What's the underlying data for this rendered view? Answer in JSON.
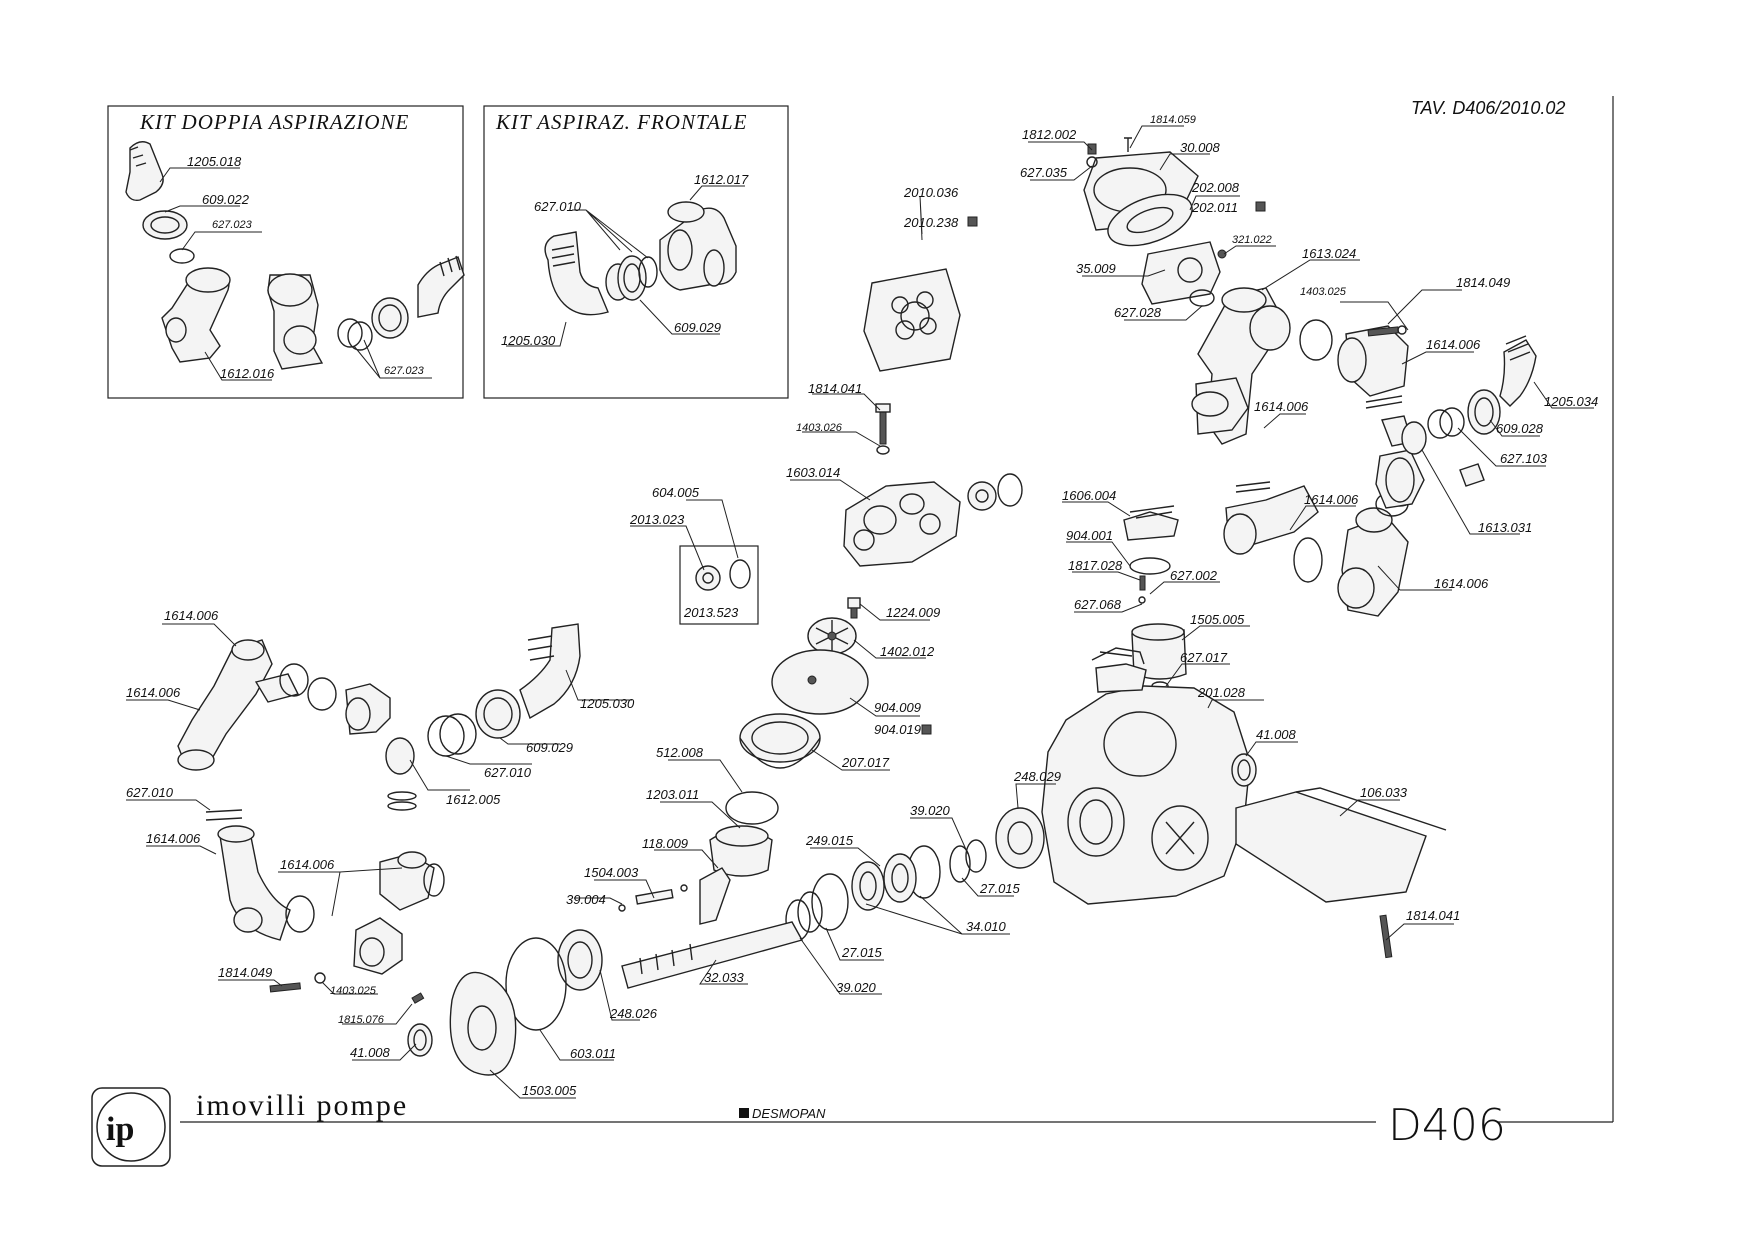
{
  "sheet": {
    "table_ref": "TAV. D406/2010.02",
    "brand": "imovilli pompe",
    "logo_text": "ip",
    "model": "D406",
    "legend": "DESMOPAN"
  },
  "kits": [
    {
      "title": "KIT DOPPIA ASPIRAZIONE"
    },
    {
      "title": "KIT ASPIRAZ. FRONTALE"
    }
  ],
  "part_labels": [
    "1205.018",
    "609.022",
    "627.023",
    "1612.016",
    "627.023",
    "627.010",
    "1612.017",
    "609.029",
    "1205.030",
    "1812.002",
    "1814.059",
    "627.035",
    "30.008",
    "202.008",
    "202.011",
    "2010.036",
    "2010.238",
    "35.009",
    "321.022",
    "627.028",
    "1613.024",
    "1403.025",
    "1814.049",
    "1614.006",
    "1205.034",
    "609.028",
    "627.103",
    "1614.006",
    "1613.031",
    "1614.006",
    "1614.006",
    "1814.041",
    "1403.026",
    "1603.014",
    "604.005",
    "2013.023",
    "2013.523",
    "1606.004",
    "904.001",
    "1817.028",
    "627.002",
    "627.068",
    "1505.005",
    "627.017",
    "1224.009",
    "1402.012",
    "904.009",
    "904.019",
    "207.017",
    "201.028",
    "41.008",
    "106.033",
    "248.029",
    "39.020",
    "27.015",
    "249.015",
    "34.010",
    "27.015",
    "39.020",
    "512.008",
    "1203.011",
    "118.009",
    "1504.003",
    "39.004",
    "32.033",
    "248.026",
    "603.011",
    "1503.005",
    "41.008",
    "1815.076",
    "1403.025",
    "1814.049",
    "1614.006",
    "1614.006",
    "627.010",
    "1614.006",
    "1614.006",
    "1612.005",
    "627.010",
    "609.029",
    "1205.030",
    "1814.041"
  ]
}
